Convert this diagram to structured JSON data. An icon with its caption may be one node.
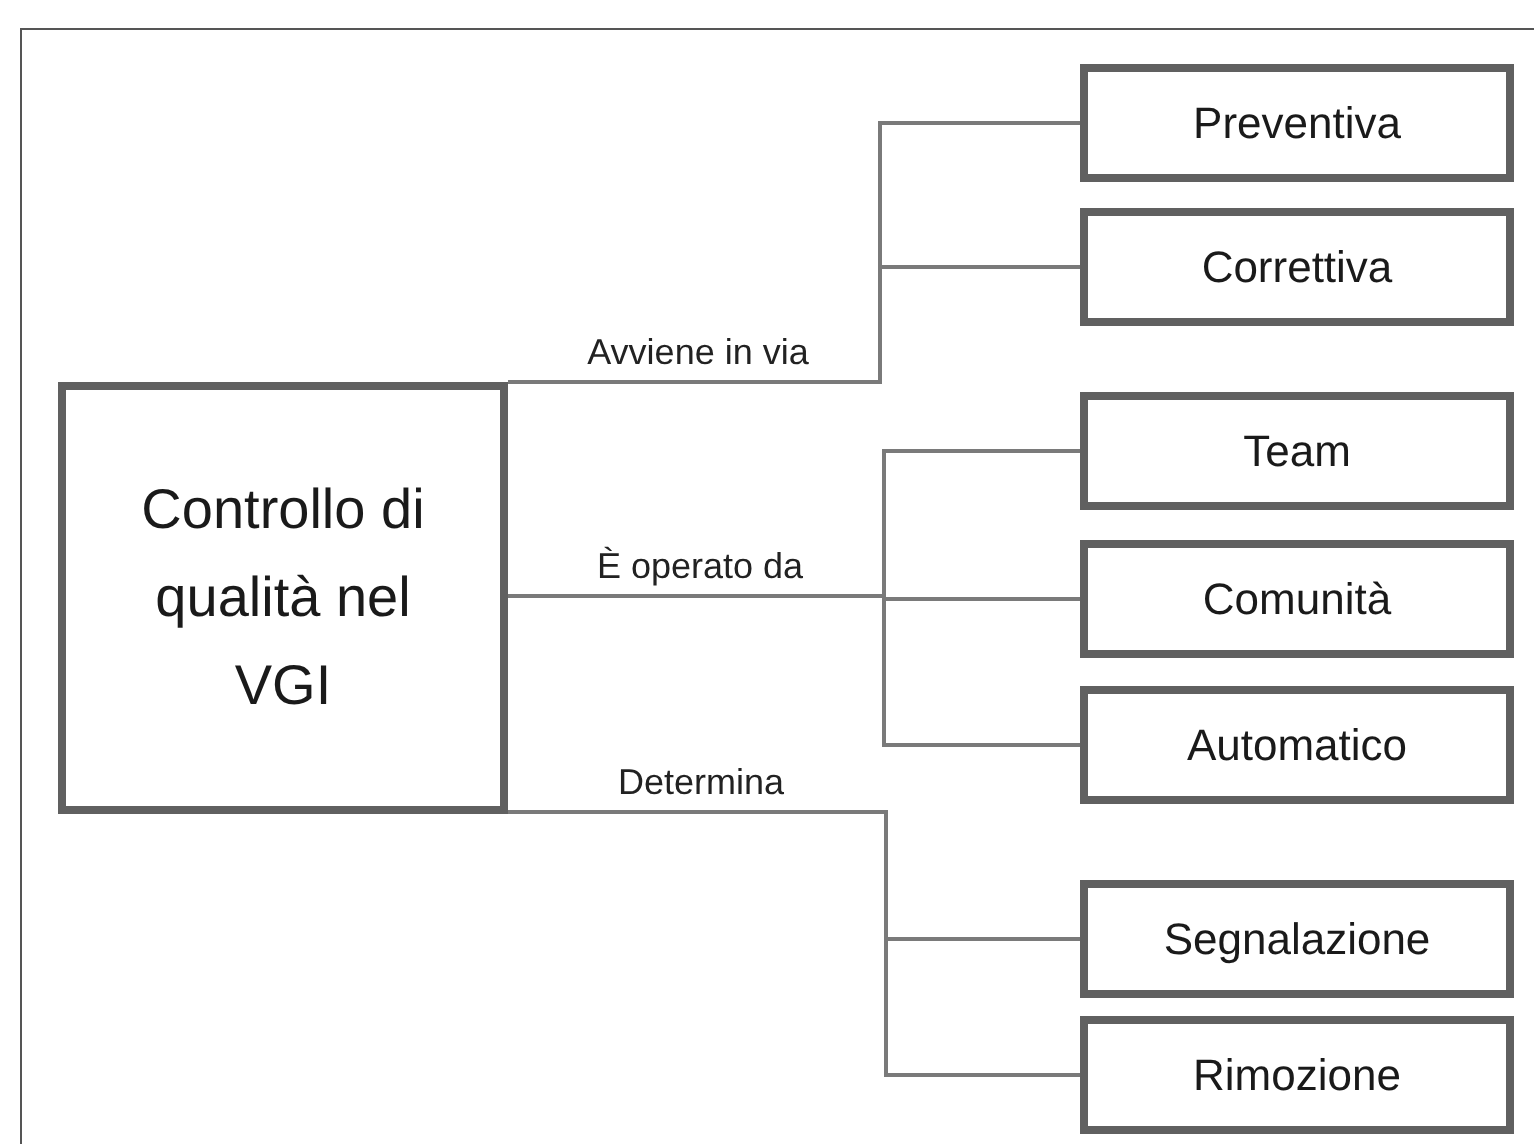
{
  "diagram": {
    "nodes": [
      {
        "text": [
          "Controllo di qualità nel VGI"
        ]
      },
      {
        "text": [
          "Preventiva"
        ]
      },
      {
        "text": [
          "Correttiva"
        ]
      },
      {
        "text": [
          "Team"
        ]
      },
      {
        "text": [
          "Comunità"
        ]
      },
      {
        "text": [
          "Automatico"
        ]
      },
      {
        "text": [
          "Segnalazione"
        ]
      },
      {
        "text": [
          "Rimozione"
        ]
      }
    ],
    "edges": [
      {
        "from": 0,
        "to": 1,
        "arrow": "none",
        "label": "Avviene in via"
      },
      {
        "from": 0,
        "to": 2,
        "arrow": "none"
      },
      {
        "from": 0,
        "to": 3,
        "arrow": "none"
      },
      {
        "from": 0,
        "to": 4,
        "arrow": "none",
        "label": "È operato da"
      },
      {
        "from": 0,
        "to": 5,
        "arrow": "none"
      },
      {
        "from": 0,
        "to": 6,
        "arrow": "none",
        "label": "Determina"
      },
      {
        "from": 0,
        "to": 7,
        "arrow": "none"
      }
    ]
  }
}
